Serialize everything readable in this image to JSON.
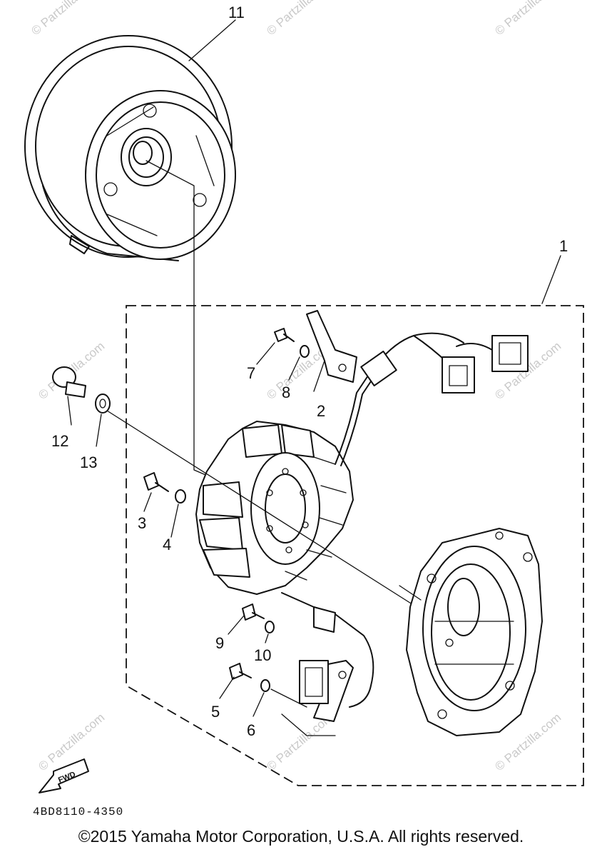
{
  "diagram": {
    "watermark_text": "© Partzilla.com",
    "part_code": "4BD8110-4350",
    "copyright": "©2015 Yamaha Motor Corporation, U.S.A. All rights reserved.",
    "fwd_label": "FWD",
    "callouts": {
      "c1": "1",
      "c2": "2",
      "c3": "3",
      "c4": "4",
      "c5": "5",
      "c6": "6",
      "c7": "7",
      "c8": "8",
      "c9": "9",
      "c10": "10",
      "c11": "11",
      "c12": "12",
      "c13": "13"
    }
  }
}
